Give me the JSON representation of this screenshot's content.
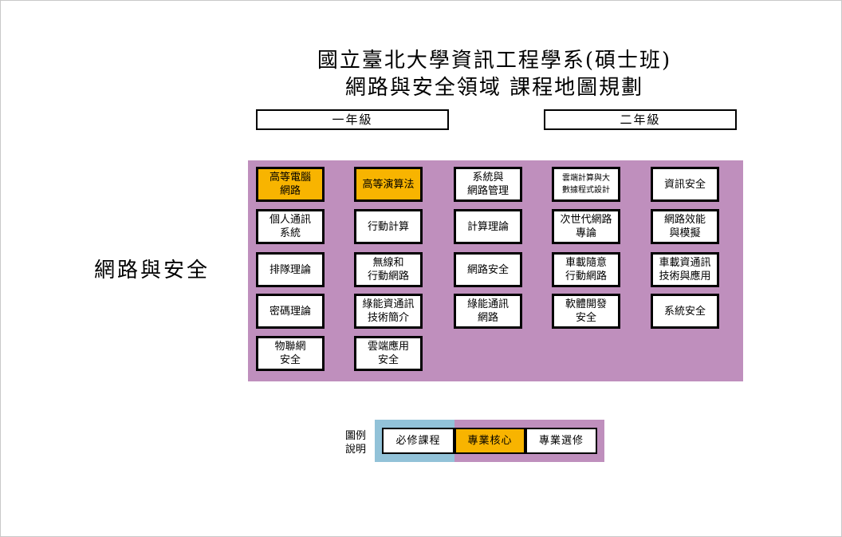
{
  "title": {
    "line1": "國立臺北大學資訊工程學系(碩士班)",
    "line2": "網路與安全領域 課程地圖規劃"
  },
  "years": [
    "一年級",
    "二年級"
  ],
  "field_label": "網路與安全",
  "colors": {
    "core": "#f8b400",
    "elective_bg": "#bf8fbd",
    "required_bg": "#92c2d8",
    "course_bg": "#ffffff"
  },
  "courses": [
    {
      "lines": [
        "高等電腦",
        "網路"
      ],
      "kind": "core"
    },
    {
      "lines": [
        "高等演算法"
      ],
      "kind": "core"
    },
    {
      "lines": [
        "系統與",
        "網路管理"
      ],
      "kind": "elective"
    },
    {
      "lines": [
        "雲端計算與大",
        "數據程式設計"
      ],
      "kind": "elective"
    },
    {
      "lines": [
        "資訊安全"
      ],
      "kind": "elective"
    },
    {
      "lines": [
        "個人通訊",
        "系統"
      ],
      "kind": "elective"
    },
    {
      "lines": [
        "行動計算"
      ],
      "kind": "elective"
    },
    {
      "lines": [
        "計算理論"
      ],
      "kind": "elective"
    },
    {
      "lines": [
        "次世代網路",
        "專論"
      ],
      "kind": "elective"
    },
    {
      "lines": [
        "網路效能",
        "與模擬"
      ],
      "kind": "elective"
    },
    {
      "lines": [
        "排隊理論"
      ],
      "kind": "elective"
    },
    {
      "lines": [
        "無線和",
        "行動網路"
      ],
      "kind": "elective"
    },
    {
      "lines": [
        "網路安全"
      ],
      "kind": "elective"
    },
    {
      "lines": [
        "車載隨意",
        "行動網路"
      ],
      "kind": "elective"
    },
    {
      "lines": [
        "車載資通訊",
        "技術與應用"
      ],
      "kind": "elective"
    },
    {
      "lines": [
        "密碼理論"
      ],
      "kind": "elective"
    },
    {
      "lines": [
        "綠能資通訊",
        "技術簡介"
      ],
      "kind": "elective"
    },
    {
      "lines": [
        "綠能通訊",
        "網路"
      ],
      "kind": "elective"
    },
    {
      "lines": [
        "軟體開發",
        "安全"
      ],
      "kind": "elective"
    },
    {
      "lines": [
        "系統安全"
      ],
      "kind": "elective"
    },
    {
      "lines": [
        "物聯網",
        "安全"
      ],
      "kind": "elective"
    },
    {
      "lines": [
        "雲端應用",
        "安全"
      ],
      "kind": "elective"
    }
  ],
  "legend": {
    "label_line1": "圖例",
    "label_line2": "說明",
    "required": "必修課程",
    "core": "專業核心",
    "elective": "專業選修"
  }
}
